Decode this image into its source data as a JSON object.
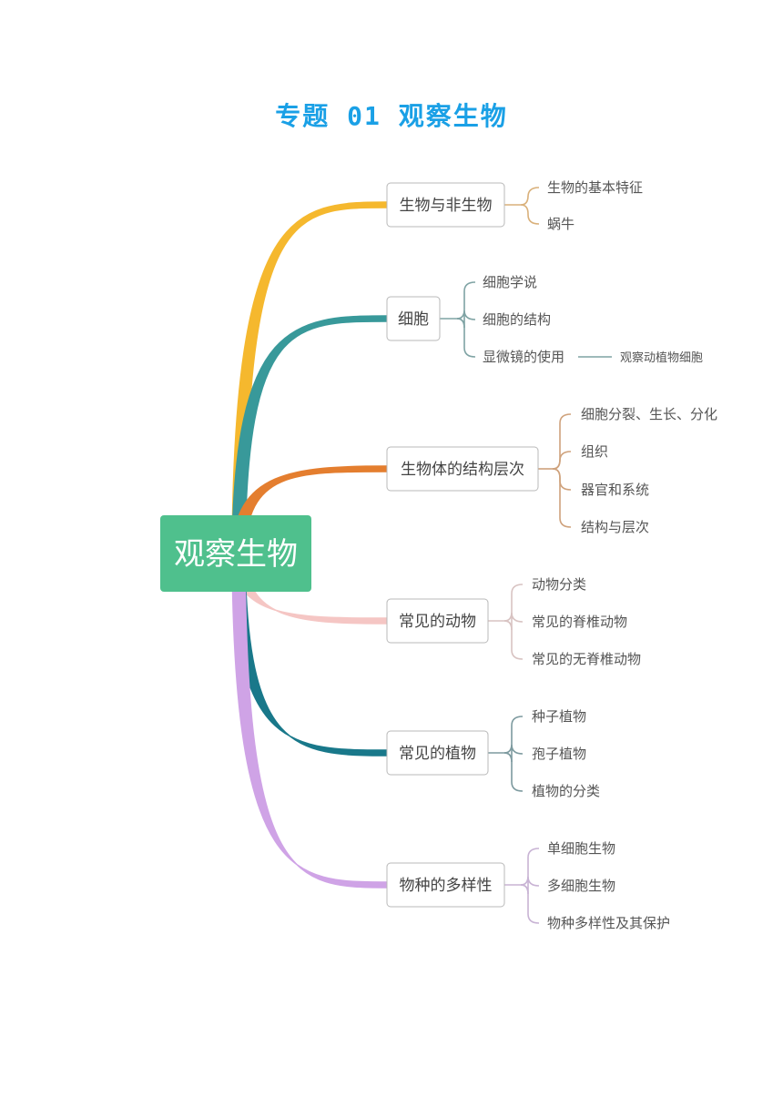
{
  "title": "专题 01 观察生物",
  "colors": {
    "title": "#1aa0e6",
    "center_fill": "#4fc08d",
    "node_border": "#b8b8b8"
  },
  "center": {
    "label": "观察生物"
  },
  "branches": [
    {
      "label": "生物与非生物",
      "color": "#f5b82e",
      "bracket_color": "#d9b07a",
      "children": [
        {
          "label": "生物的基本特征"
        },
        {
          "label": "蜗牛"
        }
      ]
    },
    {
      "label": "细胞",
      "color": "#38999a",
      "bracket_color": "#7fa3a4",
      "children": [
        {
          "label": "细胞学说"
        },
        {
          "label": "细胞的结构"
        },
        {
          "label": "显微镜的使用",
          "sub": "观察动植物细胞"
        }
      ]
    },
    {
      "label": "生物体的结构层次",
      "color": "#e47e2f",
      "bracket_color": "#cfa27c",
      "children": [
        {
          "label": "细胞分裂、生长、分化"
        },
        {
          "label": "组织"
        },
        {
          "label": "器官和系统"
        },
        {
          "label": "结构与层次"
        }
      ]
    },
    {
      "label": "常见的动物",
      "color": "#f5c6c4",
      "bracket_color": "#d8c3c2",
      "children": [
        {
          "label": "动物分类"
        },
        {
          "label": "常见的脊椎动物"
        },
        {
          "label": "常见的无脊椎动物"
        }
      ]
    },
    {
      "label": "常见的植物",
      "color": "#19788a",
      "bracket_color": "#7d9a9f",
      "children": [
        {
          "label": "种子植物"
        },
        {
          "label": "孢子植物"
        },
        {
          "label": "植物的分类"
        }
      ]
    },
    {
      "label": "物种的多样性",
      "color": "#cfa3e6",
      "bracket_color": "#c8b3d4",
      "children": [
        {
          "label": "单细胞生物"
        },
        {
          "label": "多细胞生物"
        },
        {
          "label": "物种多样性及其保护"
        }
      ]
    }
  ]
}
